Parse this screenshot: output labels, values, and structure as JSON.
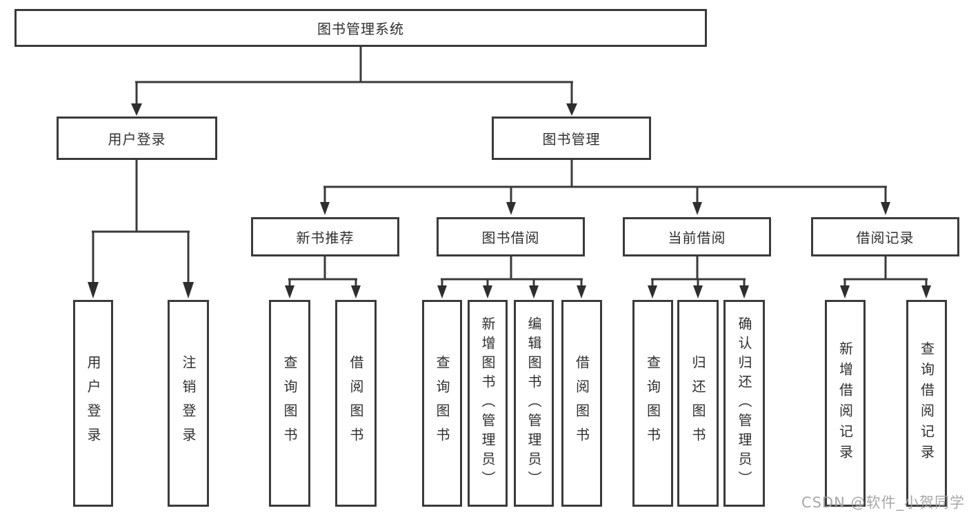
{
  "diagram_type": "hierarchy-flowchart",
  "tree": {
    "label": "图书管理系统",
    "children": [
      {
        "label": "用户登录",
        "children": [
          {
            "label": "用户登录"
          },
          {
            "label": "注销登录"
          }
        ]
      },
      {
        "label": "图书管理",
        "children": [
          {
            "label": "新书推荐",
            "children": [
              {
                "label": "查询图书"
              },
              {
                "label": "借阅图书"
              }
            ]
          },
          {
            "label": "图书借阅",
            "children": [
              {
                "label": "查询图书"
              },
              {
                "label": "新增图书（管理员）"
              },
              {
                "label": "编辑图书（管理员）"
              },
              {
                "label": "借阅图书"
              }
            ]
          },
          {
            "label": "当前借阅",
            "children": [
              {
                "label": "查询图书"
              },
              {
                "label": "归还图书"
              },
              {
                "label": "确认归还（管理员）"
              }
            ]
          },
          {
            "label": "借阅记录",
            "children": [
              {
                "label": "新增借阅记录"
              },
              {
                "label": "查询借阅记录"
              }
            ]
          }
        ]
      }
    ]
  },
  "watermark": {
    "text": "CSDN @软件_小贺同学"
  },
  "colors": {
    "line": "#3a3a3a",
    "text": "#2f2f2f",
    "box_background": "#ffffff",
    "watermark": "#a0a0a0"
  }
}
